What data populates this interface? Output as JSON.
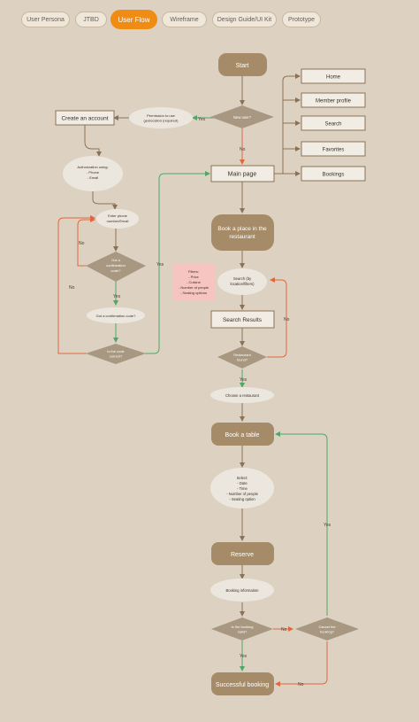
{
  "tabs": [
    {
      "label": "User Persona",
      "active": false
    },
    {
      "label": "JTBD",
      "active": false
    },
    {
      "label": "User Flow",
      "active": true
    },
    {
      "label": "Wireframe",
      "active": false
    },
    {
      "label": "Design Guide/UI Kit",
      "active": false
    },
    {
      "label": "Prototype",
      "active": false
    }
  ],
  "colors": {
    "background": "#ddd2c1",
    "brown": "#a68b68",
    "lightFill": "#f2ede4",
    "oval": "#ece7de",
    "diamond": "#a89882",
    "arrow": "#8a7258",
    "yes": "#4ca868",
    "no": "#e0663f",
    "note": "#f7c5c0",
    "accent": "#f08c14"
  },
  "flow": {
    "start": "Start",
    "new_user": "New user?",
    "permission": "Permission to use geolocation (required)",
    "create_account": "Create an account",
    "auth": [
      "Authorization using:",
      "- Phone",
      "- Email"
    ],
    "enter_phone": [
      "Enter phone",
      "number/Email"
    ],
    "got_code_q": [
      "Got a",
      "confirmation",
      "code?"
    ],
    "got_code": "Got a confirmation code?",
    "code_correct": [
      "Is the code",
      "correct?"
    ],
    "main_page": "Main page",
    "menu": [
      "Home",
      "Member profile",
      "Search",
      "Favorites",
      "Bookings"
    ],
    "book_place": [
      "Book a place in the",
      "restaurant"
    ],
    "filters": [
      "Filters:",
      "- Price",
      "- Cuisine",
      "- Number of people",
      "- Seating options"
    ],
    "search": [
      "Search (by",
      "location/filters)"
    ],
    "search_results": "Search Results",
    "restaurant_found": [
      "Restaurant",
      "found?"
    ],
    "choose_restaurant": "Choose a restaurant",
    "book_table": "Book a table",
    "select": [
      "Select:",
      "- Date",
      "- Time",
      "- Number of people",
      "- Seating option"
    ],
    "reserve": "Reserve",
    "booking_info": "Booking information",
    "booking_valid": [
      "Is the booking",
      "valid?"
    ],
    "cancel_booking": [
      "Cancel the",
      "booking?"
    ],
    "successful": "Successful booking",
    "yes": "Yes",
    "no": "No"
  }
}
